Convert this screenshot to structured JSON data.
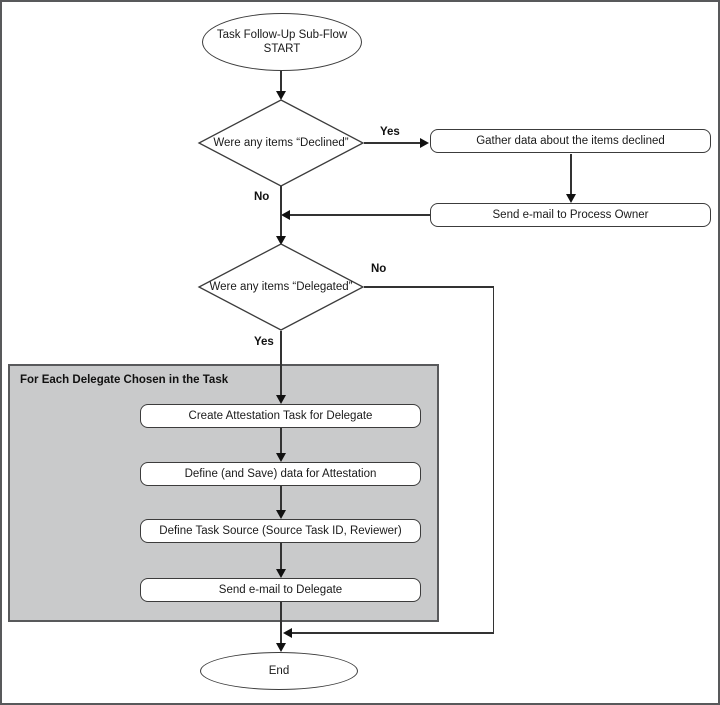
{
  "diagram": {
    "nodes": {
      "start": {
        "line1": "Task Follow-Up Sub-Flow",
        "line2": "START"
      },
      "decision_declined": "Were any items “Declined”",
      "gather_data": "Gather data about the items declined",
      "send_email_owner": "Send e-mail to Process Owner",
      "decision_delegated": "Were any items “Delegated”",
      "loop_title": "For Each Delegate Chosen in the Task",
      "create_attestation": "Create Attestation Task for Delegate",
      "define_save": "Define (and Save) data for Attestation",
      "define_source": "Define Task Source (Source Task ID, Reviewer)",
      "send_email_delegate": "Send e-mail to Delegate",
      "end": "End"
    },
    "labels": {
      "declined_yes": "Yes",
      "declined_no": "No",
      "delegated_no": "No",
      "delegated_yes": "Yes"
    },
    "colors": {
      "loop_fill": "#c9cacb",
      "frame_border": "#58595b",
      "line": "#333333"
    }
  }
}
